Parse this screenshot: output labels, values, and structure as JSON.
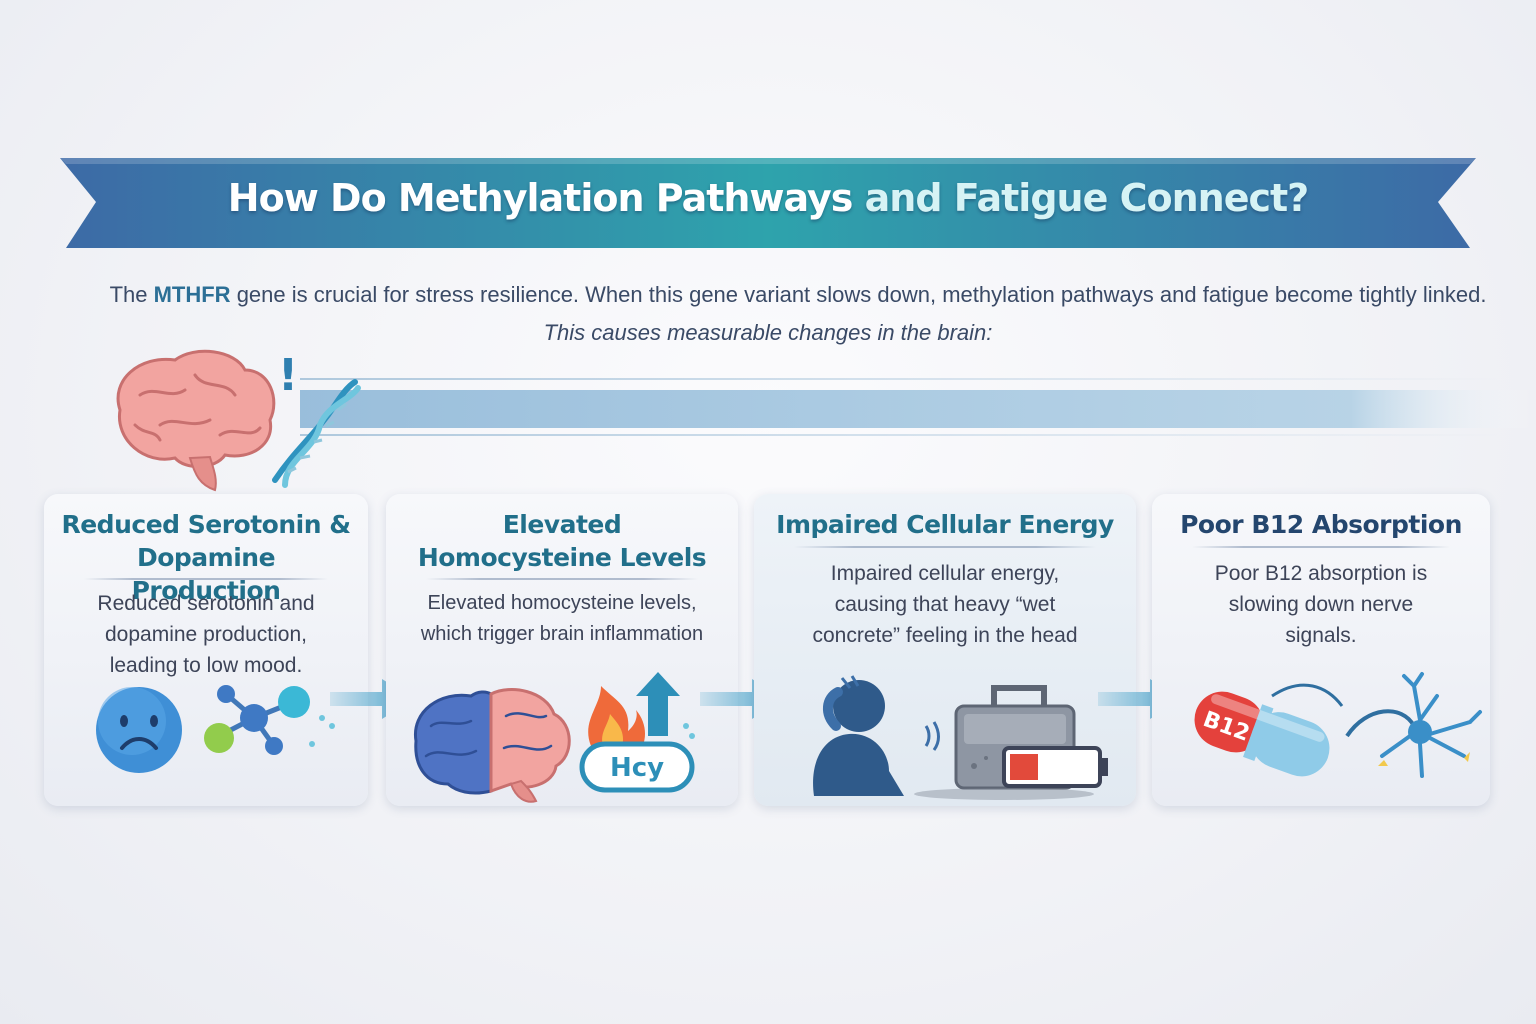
{
  "title": {
    "part1": "How Do Methylation Pathways",
    "part2": "and Fatigue",
    "part3": "Connect?"
  },
  "intro": {
    "before": "The ",
    "gene": "MTHFR",
    "after": " gene is crucial for stress resilience. When this gene variant slows down, methylation pathways and fatigue become tightly linked.",
    "line2": "This causes measurable changes in the brain:"
  },
  "colors": {
    "banner_dark": "#3f6fa8",
    "banner_teal": "#2ea7ad",
    "title_navy": "#24466e",
    "title_teal": "#216f8a",
    "arrow": "#4fa6cc"
  },
  "cards": [
    {
      "title": "Reduced Serotonin & Dopamine Production",
      "text": "Reduced serotonin and dopamine production, leading to low mood.",
      "icons": [
        "sad-face-icon",
        "molecule-icon"
      ]
    },
    {
      "title": "Elevated Homocysteine Levels",
      "text": "Elevated homocysteine levels, which trigger brain inflammation",
      "icons": [
        "inflamed-brain-icon",
        "flame-icon",
        "up-arrow-icon"
      ],
      "badge": "Hcy"
    },
    {
      "title": "Impaired Cellular Energy",
      "text": "Impaired cellular energy, causing that heavy “wet concrete” feeling in the head",
      "icons": [
        "tired-person-icon",
        "concrete-block-icon",
        "low-battery-icon"
      ]
    },
    {
      "title": "Poor B12 Absorption",
      "text": "Poor B12 absorption is slowing down nerve signals.",
      "icons": [
        "b12-capsule-icon",
        "neuron-icon"
      ],
      "capsule_label": "B12"
    }
  ],
  "hero": {
    "icons": [
      "brain-icon",
      "dna-icon",
      "alert-icon"
    ],
    "alert": "!"
  }
}
